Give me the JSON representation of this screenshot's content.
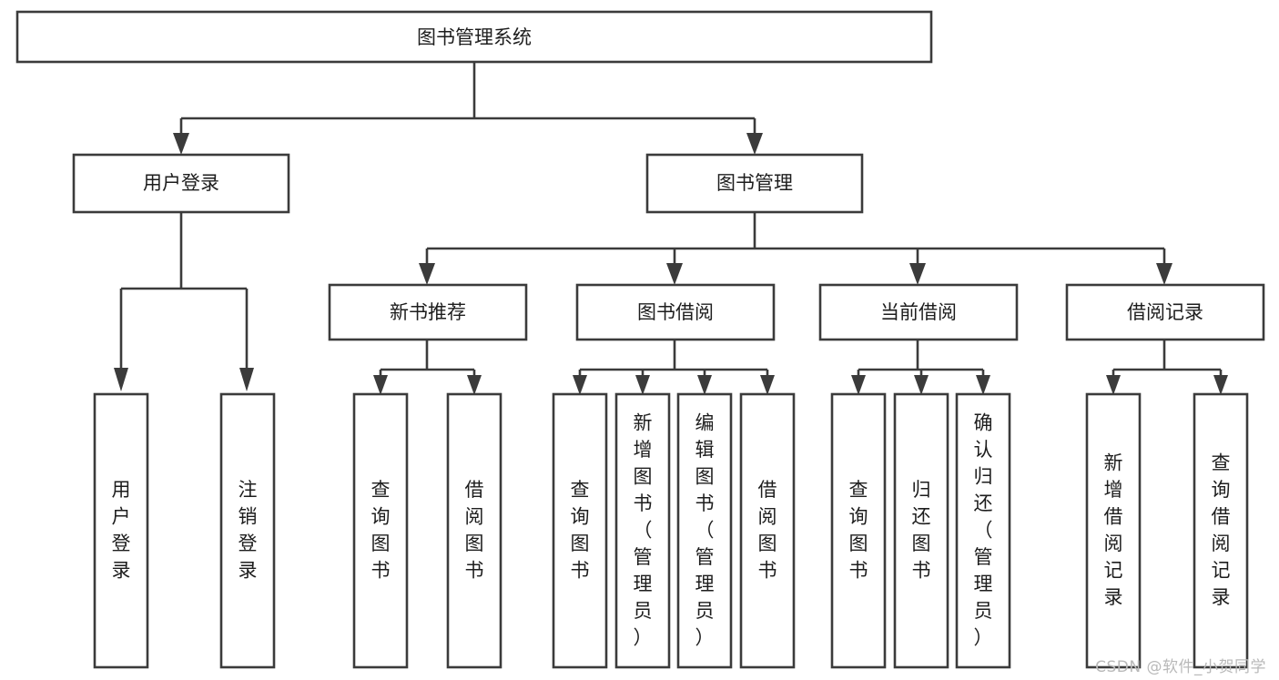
{
  "diagram": {
    "title_node": {
      "label": "图书管理系统"
    },
    "level2": [
      {
        "id": "user-login",
        "label": "用户登录"
      },
      {
        "id": "book-management",
        "label": "图书管理"
      }
    ],
    "level3": [
      {
        "id": "new-book-recommend",
        "label": "新书推荐",
        "parent": "book-management"
      },
      {
        "id": "book-borrow",
        "label": "图书借阅",
        "parent": "book-management"
      },
      {
        "id": "current-borrow",
        "label": "当前借阅",
        "parent": "book-management"
      },
      {
        "id": "borrow-record",
        "label": "借阅记录",
        "parent": "book-management"
      }
    ],
    "leaves": [
      {
        "id": "leaf-user-login",
        "label": "用户登录",
        "parent": "user-login"
      },
      {
        "id": "leaf-logout-login",
        "label": "注销登录",
        "parent": "user-login"
      },
      {
        "id": "leaf-query-book-1",
        "label": "查询图书",
        "parent": "new-book-recommend"
      },
      {
        "id": "leaf-borrow-book-1",
        "label": "借阅图书",
        "parent": "new-book-recommend"
      },
      {
        "id": "leaf-query-book-2",
        "label": "查询图书",
        "parent": "book-borrow"
      },
      {
        "id": "leaf-add-book",
        "label": "新增图书（管理员）",
        "parent": "book-borrow"
      },
      {
        "id": "leaf-edit-book",
        "label": "编辑图书（管理员）",
        "parent": "book-borrow"
      },
      {
        "id": "leaf-borrow-book-2",
        "label": "借阅图书",
        "parent": "book-borrow"
      },
      {
        "id": "leaf-query-book-3",
        "label": "查询图书",
        "parent": "current-borrow"
      },
      {
        "id": "leaf-return-book",
        "label": "归还图书",
        "parent": "current-borrow"
      },
      {
        "id": "leaf-confirm-return",
        "label": "确认归还（管理员）",
        "parent": "current-borrow"
      },
      {
        "id": "leaf-add-record",
        "label": "新增借阅记录",
        "parent": "borrow-record"
      },
      {
        "id": "leaf-query-record",
        "label": "查询借阅记录",
        "parent": "borrow-record"
      }
    ],
    "watermark": "CSDN @软件_小贺同学",
    "colors": {
      "stroke": "#3b3b3b",
      "box_fill": "#ffffff",
      "text": "#1d1d1d",
      "watermark": "#b9b9b9",
      "background": "#ffffff"
    }
  }
}
